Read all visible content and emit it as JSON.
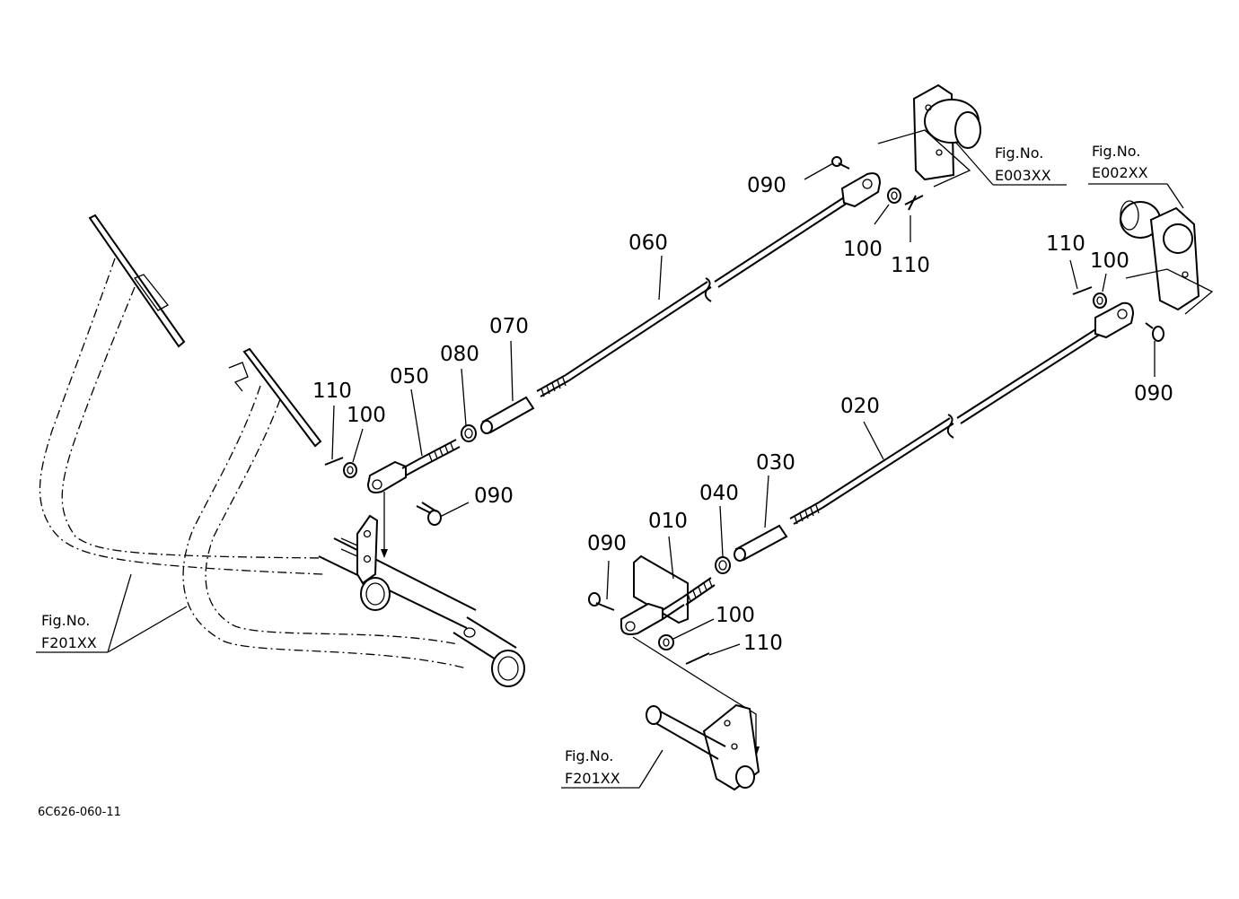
{
  "drawing_code": "6C626-060-11",
  "fig_refs": {
    "e003": {
      "line1": "Fig.No.",
      "line2": "E003XX"
    },
    "e002": {
      "line1": "Fig.No.",
      "line2": "E002XX"
    },
    "f201_left": {
      "line1": "Fig.No.",
      "line2": "F201XX"
    },
    "f201_bottom": {
      "line1": "Fig.No.",
      "line2": "F201XX"
    }
  },
  "part_labels": {
    "p010": "010",
    "p020": "020",
    "p030": "030",
    "p040": "040",
    "p050": "050",
    "p060": "060",
    "p070": "070",
    "p080": "080",
    "p090_top": "090",
    "p090_right": "090",
    "p090_left": "090",
    "p090_bottom": "090",
    "p100_top": "100",
    "p100_right": "100",
    "p100_left": "100",
    "p100_bottom": "100",
    "p110_top": "110",
    "p110_right": "110",
    "p110_left": "110",
    "p110_bottom": "110"
  }
}
